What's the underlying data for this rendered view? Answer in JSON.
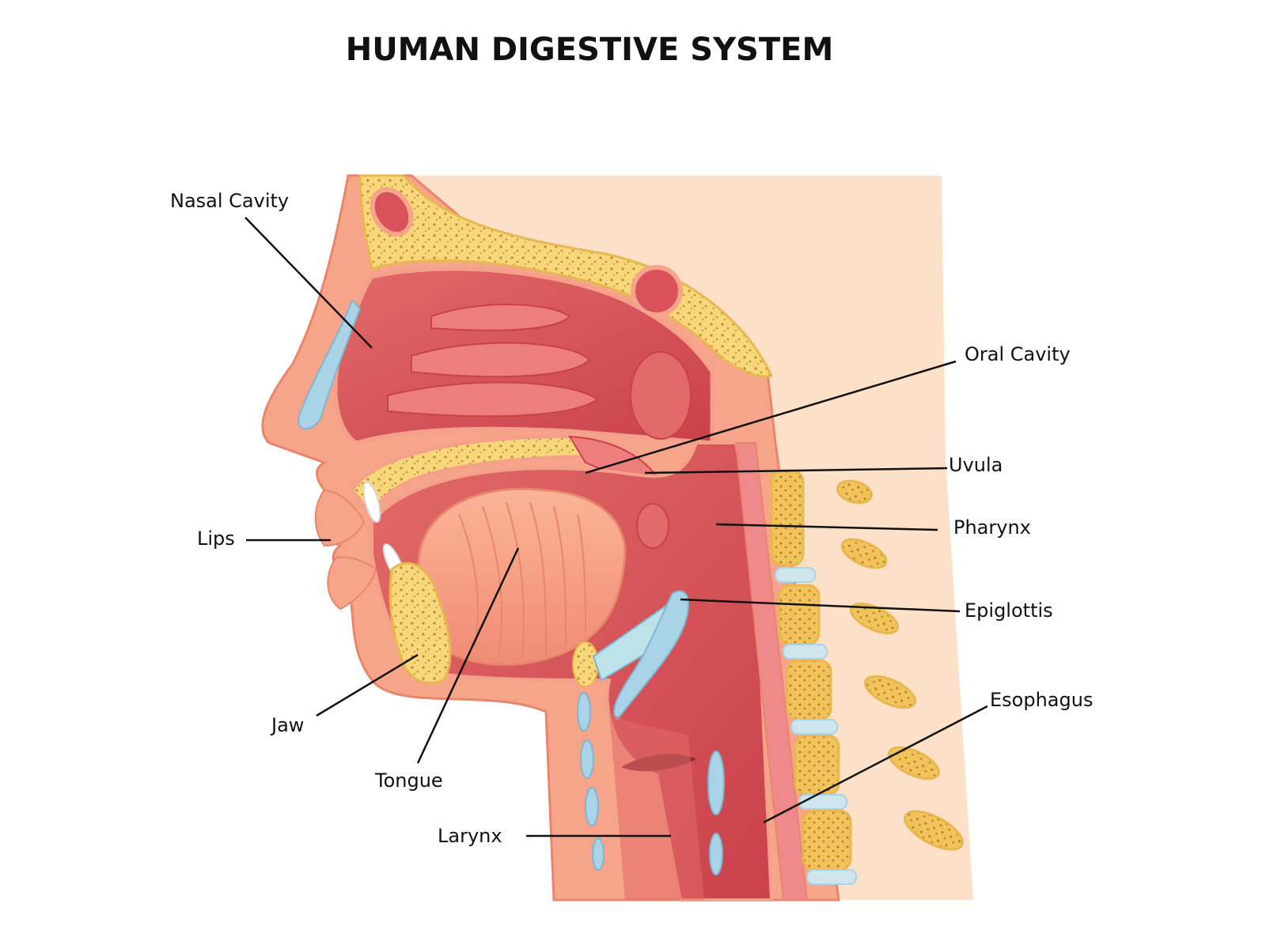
{
  "title": "HUMAN DIGESTIVE SYSTEM",
  "labels": {
    "nasal_cavity": "Nasal Cavity",
    "oral_cavity": "Oral Cavity",
    "uvula": "Uvula",
    "pharynx": "Pharynx",
    "lips": "Lips",
    "epiglottis": "Epiglottis",
    "esophagus": "Esophagus",
    "jaw": "Jaw",
    "tongue": "Tongue",
    "larynx": "Larynx"
  },
  "colors": {
    "skin": "#f6a58a",
    "skin_light": "#fce0c8",
    "tissue": "#d9525a",
    "tissue_light": "#ec7e7c",
    "bone": "#f7d77a",
    "bone_spot": "#c08a3a",
    "cartilage": "#a9d3e6",
    "leader": "#111111"
  }
}
